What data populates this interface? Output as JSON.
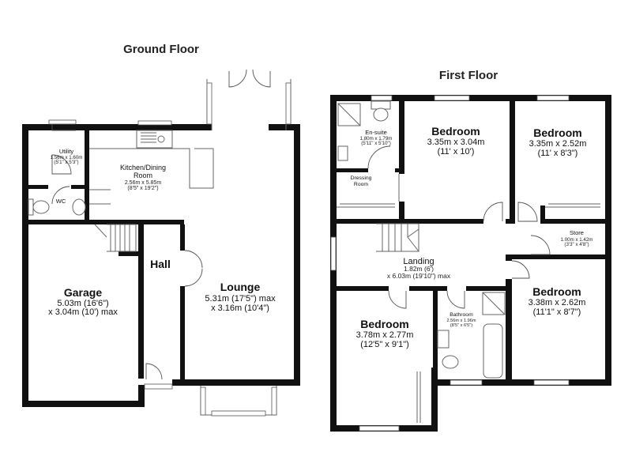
{
  "ground_floor": {
    "title": "Ground Floor",
    "rooms": {
      "utility": {
        "name": "Utility",
        "dim_metric": "1.56m x 1.60m",
        "dim_imperial": "(5'1\" x 5'3\")"
      },
      "wc": {
        "name": "WC"
      },
      "kitchen": {
        "name_line1": "Kitchen/Dining",
        "name_line2": "Room",
        "dim_metric": "2.56m x 5.85m",
        "dim_imperial": "(8'5\" x 19'2\")"
      },
      "hall": {
        "name": "Hall"
      },
      "garage": {
        "name": "Garage",
        "dim_line1": "5.03m (16'6\")",
        "dim_line2": "x 3.04m (10') max"
      },
      "lounge": {
        "name": "Lounge",
        "dim_line1": "5.31m (17'5\") max",
        "dim_line2": "x 3.16m (10'4\")"
      }
    }
  },
  "first_floor": {
    "title": "First Floor",
    "rooms": {
      "ensuite": {
        "name": "En-suite",
        "dim_metric": "1.80m x 1.79m",
        "dim_imperial": "(5'11\" x 5'10\")"
      },
      "dressing": {
        "name_line1": "Dressing",
        "name_line2": "Room"
      },
      "bedroom1": {
        "name": "Bedroom",
        "dim_metric": "3.35m x 3.04m",
        "dim_imperial": "(11' x 10')"
      },
      "bedroom2": {
        "name": "Bedroom",
        "dim_metric": "3.35m x 2.52m",
        "dim_imperial": "(11' x 8'3\")"
      },
      "store": {
        "name": "Store",
        "dim_metric": "1.00m x 1.42m",
        "dim_imperial": "(3'3\" x 4'8\")"
      },
      "landing": {
        "name": "Landing",
        "dim_line1": "1.82m (6')",
        "dim_line2": "x 6.03m (19'10\") max"
      },
      "bedroom3": {
        "name": "Bedroom",
        "dim_metric": "3.78m x 2.77m",
        "dim_imperial": "(12'5\" x 9'1\")"
      },
      "bathroom": {
        "name": "Bathroom",
        "dim_metric": "2.56m x 1.96m",
        "dim_imperial": "(8'5\" x 6'5\")"
      },
      "bedroom4": {
        "name": "Bedroom",
        "dim_metric": "3.38m x 2.62m",
        "dim_imperial": "(11'1\" x 8'7\")"
      }
    }
  }
}
